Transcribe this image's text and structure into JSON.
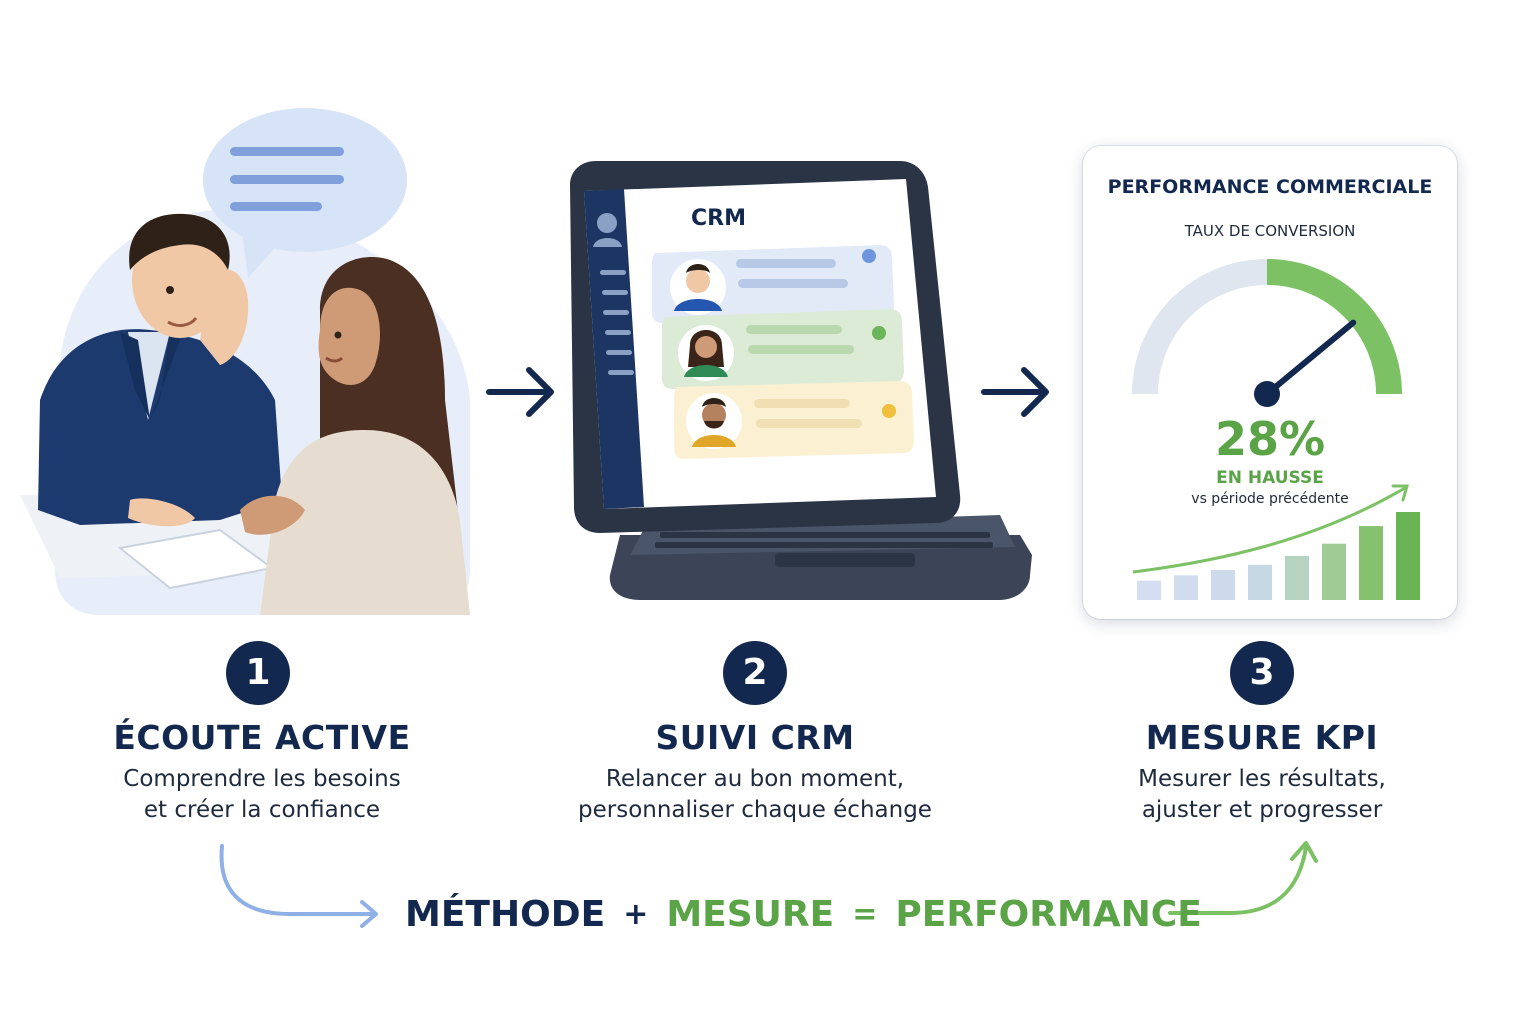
{
  "steps": [
    {
      "number": "1",
      "title": "ÉCOUTE ACTIVE",
      "desc_line1": "Comprendre les besoins",
      "desc_line2": "et créer la confiance"
    },
    {
      "number": "2",
      "title": "SUIVI CRM",
      "desc_line1": "Relancer au bon moment,",
      "desc_line2": "personnaliser chaque échange"
    },
    {
      "number": "3",
      "title": "MESURE KPI",
      "desc_line1": "Mesurer les résultats,",
      "desc_line2": "ajuster et progresser"
    }
  ],
  "crm": {
    "label": "CRM"
  },
  "kpi": {
    "title": "PERFORMANCE COMMERCIALE",
    "subtitle": "TAUX DE CONVERSION",
    "value": "28%",
    "trend": "EN HAUSSE",
    "compare": "vs période précédente",
    "gauge_level": 0.78,
    "bar_levels": [
      0.22,
      0.28,
      0.34,
      0.4,
      0.5,
      0.64,
      0.84,
      1.0
    ]
  },
  "formula": {
    "term1": "MÉTHODE",
    "op1": "+",
    "term2": "MESURE",
    "op2": "=",
    "result": "PERFORMANCE"
  },
  "colors": {
    "navy": "#13284f",
    "green": "#5aa346",
    "light_blue": "#8fb0e6"
  }
}
